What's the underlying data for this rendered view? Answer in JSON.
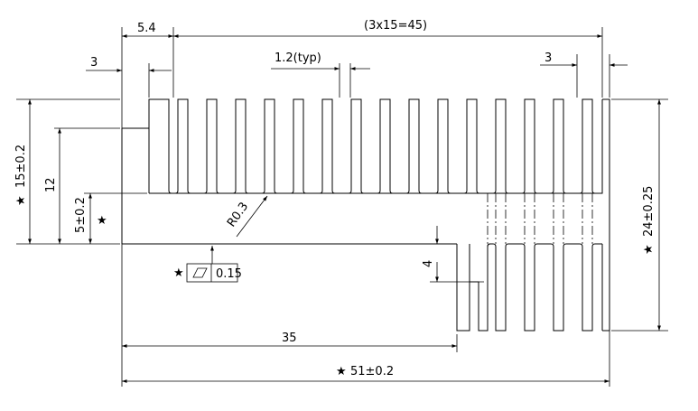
{
  "dimensions": {
    "fin_spacing": "5.4",
    "pitch_total": "(3x15=45)",
    "fin_thickness": "1.2(typ)",
    "left_wall": "3",
    "right_wall": "3",
    "height_overall": "15±0.2",
    "fin_depth": "12",
    "base_height": "5±0.2",
    "radius": "R0.3",
    "flatness_value": "0.15",
    "step_height": "4",
    "step_length": "35",
    "total_width": "51±0.2",
    "right_height": "24±0.25"
  },
  "symbols": {
    "critical_mark": "★",
    "flatness_icon": "parallelogram-icon"
  }
}
